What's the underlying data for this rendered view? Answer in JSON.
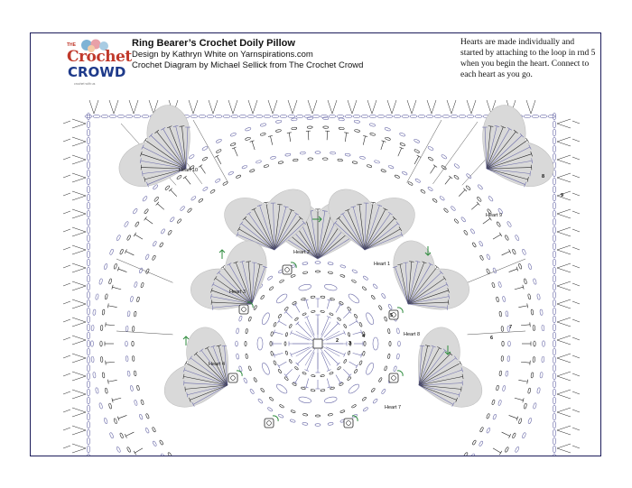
{
  "logo": {
    "the": "THE",
    "line1": "Crochet",
    "line2": "CROWD",
    "tagline": "crochet with us"
  },
  "header": {
    "title": "Ring Bearer’s Crochet Doily Pillow",
    "design_credit": "Design by Kathryn White on Yarnspirations.com",
    "diagram_credit": "Crochet Diagram by Michael Sellick from The Crochet Crowd"
  },
  "note": "Hearts are made individually and started by attaching to the loop in rnd 5 when you begin the heart. Connect to each heart as you go.",
  "hearts": [
    "Heart 1",
    "Heart 2",
    "Heart 3",
    "Heart 4",
    "Heart 7",
    "Heart 8",
    "Heart 9",
    "Heart 10"
  ],
  "round_numbers": [
    "2",
    "3",
    "4",
    "5",
    "6",
    "7",
    "8",
    "9"
  ],
  "colors": {
    "frame": "#1c1c5a",
    "heart_fill": "#d9d9d9",
    "stitch": "#222222",
    "stitch_alt": "#6a6aa8",
    "arrow": "#2e8b3d"
  }
}
